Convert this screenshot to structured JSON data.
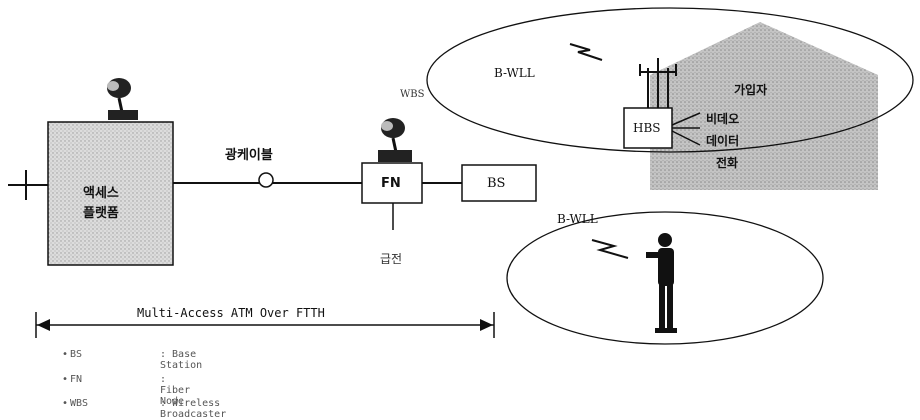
{
  "diagram": {
    "access_platform_label": [
      "액세스",
      "플랫폼"
    ],
    "fiber_cable_label": "광케이블",
    "fn_label": "FN",
    "bs_label": "BS",
    "power_label": "급전",
    "wbs_label": "WBS",
    "bwll_top_label": "B-WLL",
    "bwll_bottom_label": "B-WLL",
    "hbs_label": "HBS",
    "home_labels": [
      "가입자",
      "비데오",
      "데이터",
      "전화"
    ],
    "span_label": "Multi-Access ATM Over FTTH"
  },
  "legend": [
    {
      "abbr": "BS",
      "definition": ": Base Station"
    },
    {
      "abbr": "FN",
      "definition": ": Fiber Node"
    },
    {
      "abbr": "WBS",
      "definition": ": Wireless Broadcaster"
    }
  ],
  "colors": {
    "line": "#111111",
    "box_fill": "#d6d6d6",
    "house_fill": "#b8b8b8"
  }
}
